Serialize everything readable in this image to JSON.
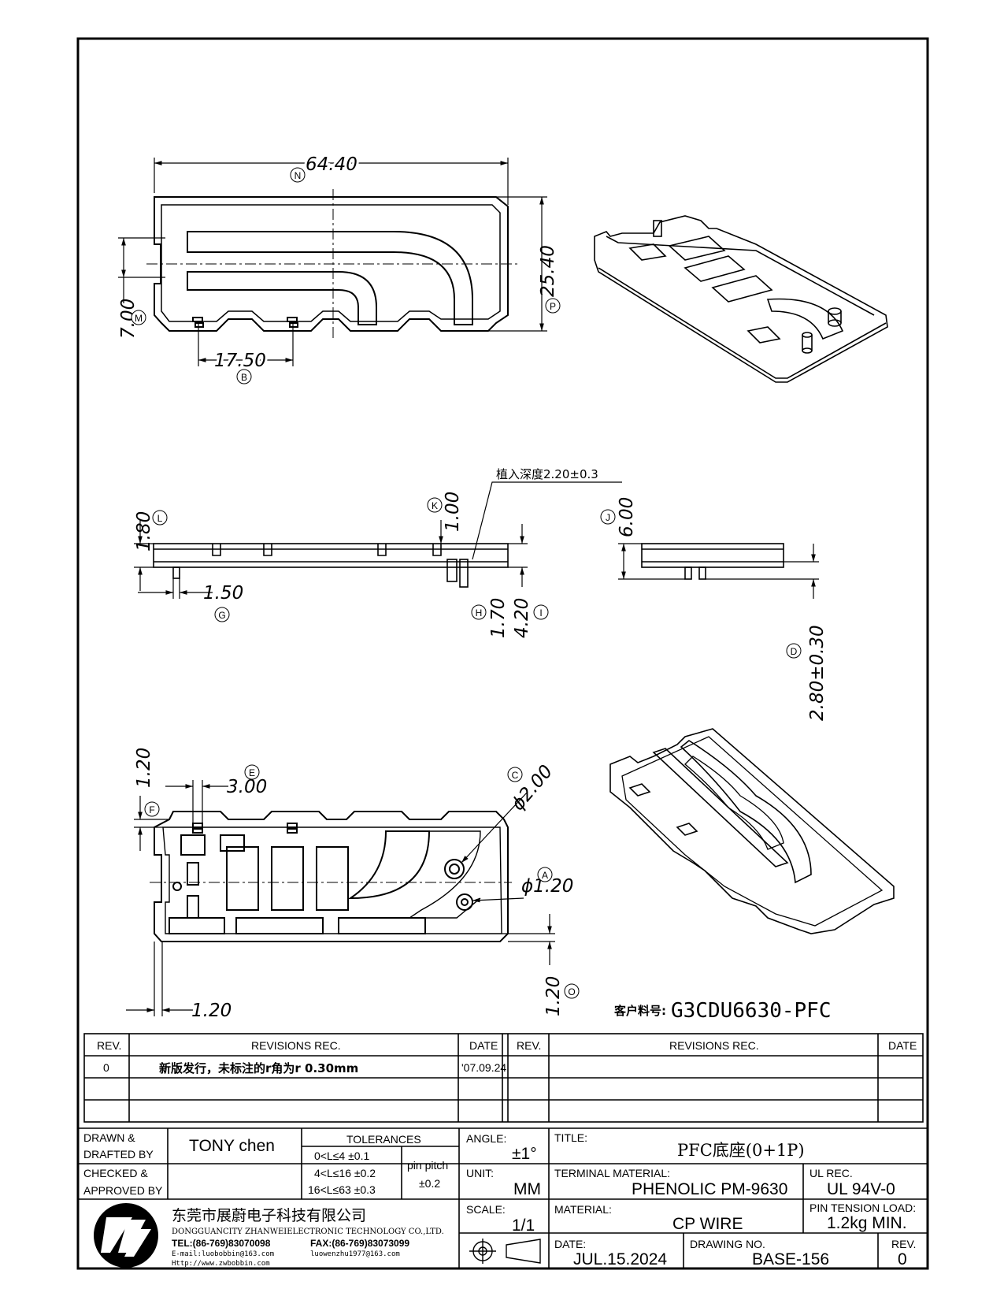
{
  "dims": {
    "n": "N",
    "n_val": "64.40",
    "p": "P",
    "p_val": "25.40",
    "m": "M",
    "m_val": "7.00",
    "b": "B",
    "b_val": "17.50",
    "l": "L",
    "l_val": "1.80",
    "g": "G",
    "g_val": "1.50",
    "k": "K",
    "k_val": "1.00",
    "h": "H",
    "h_val": "1.70",
    "i": "I",
    "i_val": "4.20",
    "j": "J",
    "j_val": "6.00",
    "d": "D",
    "d_val": "2.80±0.30",
    "insert_depth": "植入深度2.20±0.3",
    "e": "E",
    "e_val": "3.00",
    "f": "F",
    "f_val": "1.20",
    "c": "C",
    "c_val": "ϕ2.00",
    "a": "A",
    "a_val": "ϕ1.20",
    "o": "O",
    "o_val": "1.20",
    "bottom_left_val": "1.20"
  },
  "customer_part": {
    "label": "客户料号:",
    "value": "G3CDU6630-PFC"
  },
  "revisions": {
    "headers": {
      "rev": "REV.",
      "rec": "REVISIONS   REC.",
      "date": "DATE"
    },
    "rows": [
      {
        "rev": "0",
        "text": "新版发行，未标注的r角为r 0.30mm",
        "date": "'07.09.24"
      }
    ]
  },
  "title_block": {
    "drawn_label_1": "DRAWN &",
    "drawn_label_2": "DRAFTED BY",
    "drawn_value": "TONY chen",
    "checked_label_1": "CHECKED &",
    "checked_label_2": "APPROVED BY",
    "tolerances_title": "TOLERANCES",
    "tol_1": "0<L≤4    ±0.1",
    "tol_2": "4<L≤16  ±0.2",
    "tol_3": "16<L≤63  ±0.3",
    "pin_pitch_1": "pin pitch",
    "pin_pitch_2": "±0.2",
    "angle_label": "ANGLE:",
    "angle_value": "±1°",
    "unit_label": "UNIT:",
    "unit_value": "MM",
    "scale_label": "SCALE:",
    "scale_value": "1/1",
    "title_label": "TITLE:",
    "title_value": "PFC底座(0+1P)",
    "terminal_label": "TERMINAL MATERIAL:",
    "terminal_value": "PHENOLIC  PM-9630",
    "ul_label": "UL REC.",
    "ul_value": "UL  94V-0",
    "material_label": "MATERIAL:",
    "material_value": "CP  WIRE",
    "pin_tension_label": "PIN TENSION LOAD:",
    "pin_tension_value": "1.2kg  MIN.",
    "date_label": "DATE:",
    "date_value": "JUL.15.2024",
    "drawing_no_label": "DRAWING NO.",
    "drawing_no_value": "BASE-156",
    "rev_label": "REV.",
    "rev_value": "0"
  },
  "company": {
    "name_cn": "东莞市展蔚电子科技有限公司",
    "name_en": "DONGGUANCITY ZHANWEIELECTRONIC TECHNOLOGY CO.,LTD.",
    "tel": "TEL:(86-769)83070098",
    "fax": "FAX:(86-769)83073099",
    "email1": "E-mail:luobobbin@163.com",
    "email2": "luowenzhu1977@163.com",
    "web": "Http://www.zwbobbin.com"
  }
}
